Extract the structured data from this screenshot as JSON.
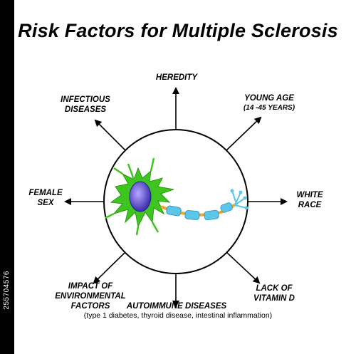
{
  "title": "Risk Factors for Multiple Sclerosis",
  "labels": {
    "heredity": [
      "HEREDITY"
    ],
    "young_age": [
      "YOUNG AGE",
      "(14 -45 YEARS)"
    ],
    "white_race": [
      "WHITE",
      "RACE"
    ],
    "vitamin_d": [
      "LACK OF",
      "VITAMIN D"
    ],
    "autoimmune": [
      "AUTOIMMUNE DISEASES"
    ],
    "autoimmune_sub": "(type 1 diabetes, thyroid disease, intestinal inflammation)",
    "environmental": [
      "IMPACT OF",
      "ENVIRONMENTAL",
      "FACTORS"
    ],
    "female_sex": [
      "FEMALE",
      "SEX"
    ],
    "infectious": [
      "INFECTIOUS",
      "DISEASES"
    ]
  },
  "stock_id": "255704576",
  "colors": {
    "neuron_body": "#3ec51f",
    "nucleus": "#6d5fd6",
    "axon": "#f5a623",
    "myelin": "#5bc6e8",
    "ink": "#000000"
  }
}
